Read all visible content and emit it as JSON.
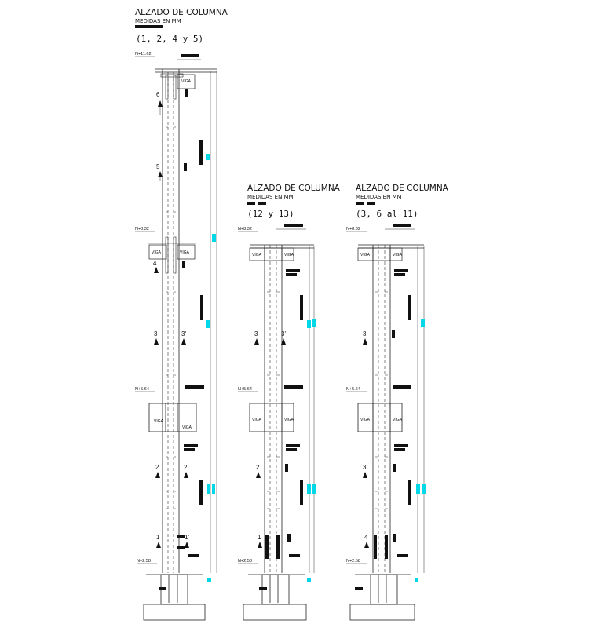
{
  "drawing": {
    "columns": [
      {
        "title": "ALZADO DE COLUMNA",
        "subtitle": "MEDIDAS EN MM",
        "group": "(1, 2, 4 y 5)",
        "top_level": "N+11.62",
        "levels": [
          "N+8.32",
          "N+5.64",
          "N+2.58"
        ],
        "beam_label": "VIGA",
        "section_marks": [
          "6",
          "5",
          "4",
          "3",
          "3'",
          "2",
          "2'",
          "1",
          "1'"
        ]
      },
      {
        "title": "ALZADO DE COLUMNA",
        "subtitle": "MEDIDAS EN MM",
        "group": "(12 y 13)",
        "levels": [
          "N+8.32",
          "N+5.64",
          "N+2.58"
        ],
        "beam_label": "VIGA",
        "section_marks": [
          "3",
          "3'",
          "2",
          "1"
        ]
      },
      {
        "title": "ALZADO DE COLUMNA",
        "subtitle": "MEDIDAS EN MM",
        "group": "(3, 6 al 11)",
        "levels": [
          "N+8.32",
          "N+5.64",
          "N+2.58"
        ],
        "beam_label": "VIGA",
        "section_marks": [
          "3",
          "3",
          "4"
        ]
      }
    ],
    "colors": {
      "line": "#222222",
      "accent": "#00d8e8",
      "fill": "#111111"
    }
  }
}
